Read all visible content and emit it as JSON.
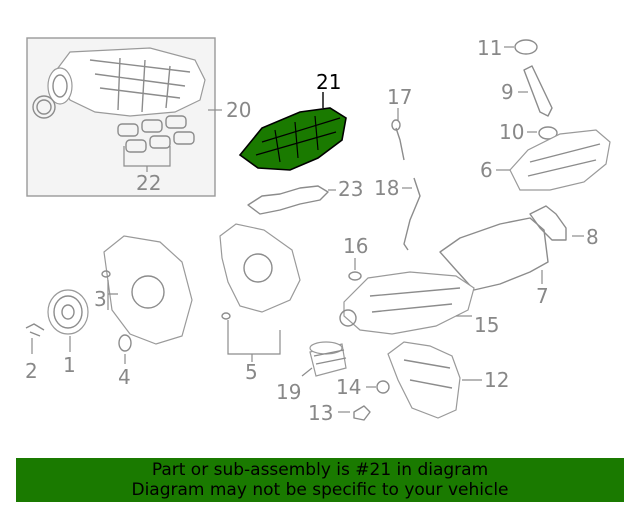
{
  "labels": {
    "l1": "1",
    "l2": "2",
    "l3": "3",
    "l4": "4",
    "l5": "5",
    "l6": "6",
    "l7": "7",
    "l8": "8",
    "l9": "9",
    "l10": "10",
    "l11": "11",
    "l12": "12",
    "l13": "13",
    "l14": "14",
    "l15": "15",
    "l16": "16",
    "l17": "17",
    "l18": "18",
    "l19": "19",
    "l20": "20",
    "l21": "21",
    "l22": "22",
    "l23": "23"
  },
  "highlight": {
    "part": "21",
    "color": "#1a7a00"
  },
  "banner": {
    "line1": "Part or sub-assembly is #21 in diagram",
    "line2": "Diagram may not be specific to your vehicle",
    "color": "#1a7a00"
  }
}
